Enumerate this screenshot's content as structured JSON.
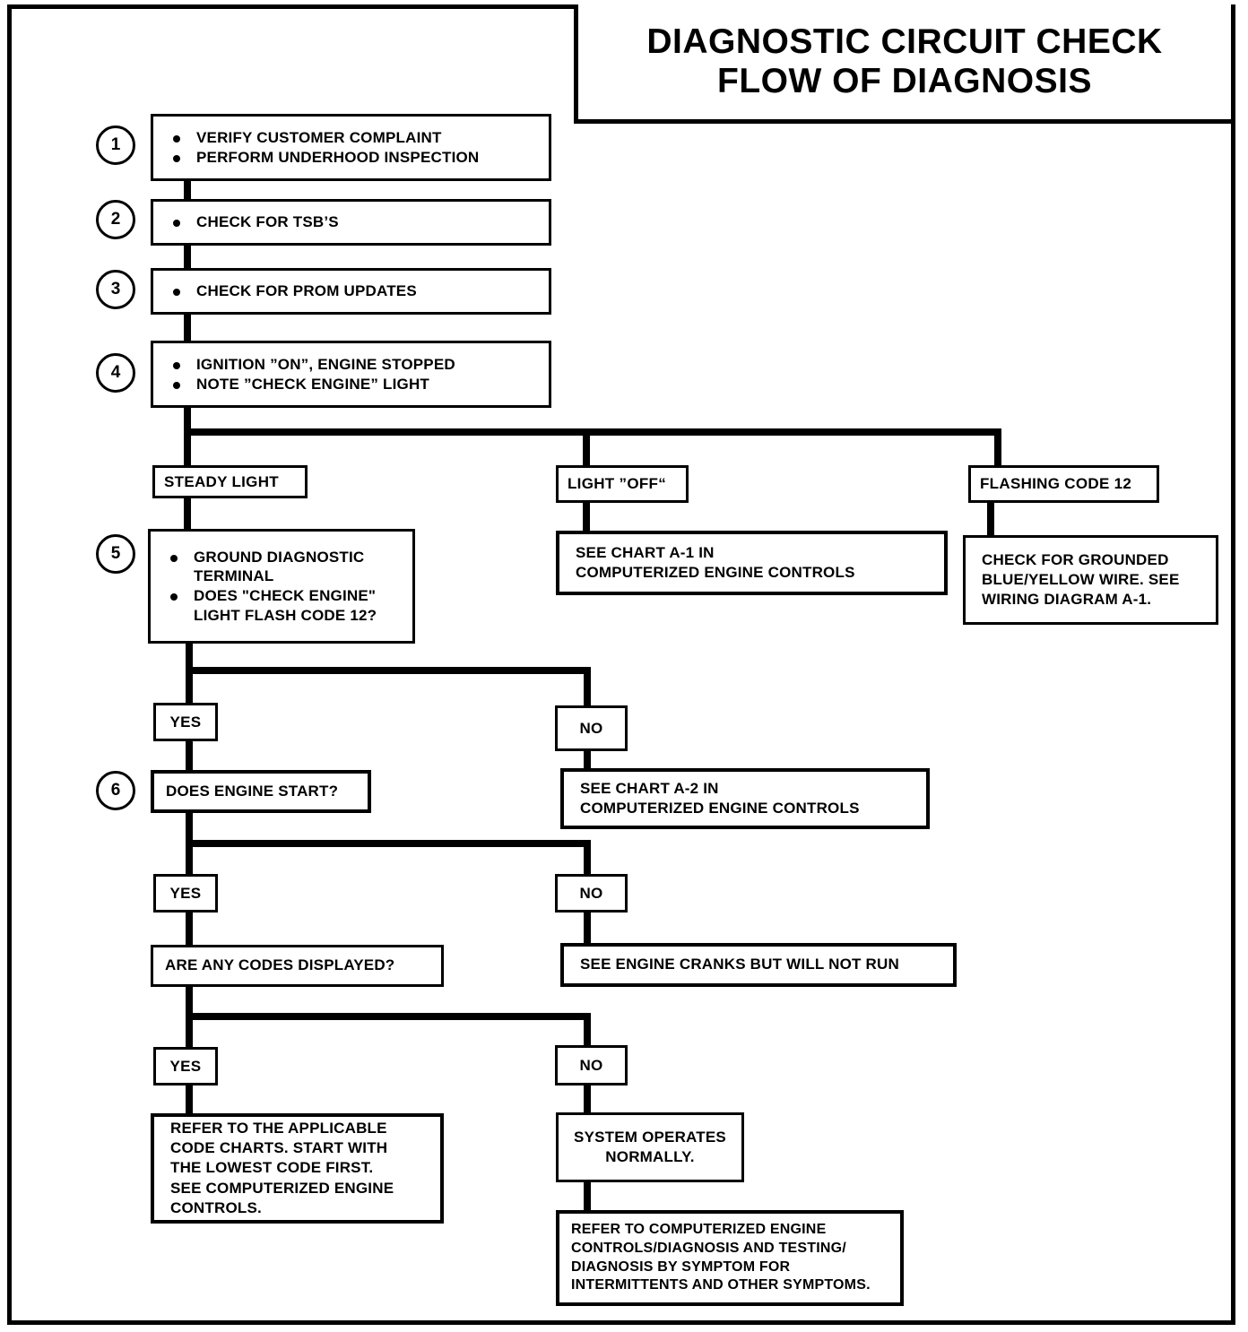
{
  "title": {
    "line1": "DIAGNOSTIC CIRCUIT CHECK",
    "line2": "FLOW OF DIAGNOSIS"
  },
  "steps": [
    {
      "number": "1",
      "bullets": [
        "VERIFY CUSTOMER COMPLAINT",
        "PERFORM UNDERHOOD INSPECTION"
      ]
    },
    {
      "number": "2",
      "bullets": [
        "CHECK FOR TSB’S"
      ]
    },
    {
      "number": "3",
      "bullets": [
        "CHECK FOR PROM UPDATES"
      ]
    },
    {
      "number": "4",
      "bullets": [
        "IGNITION ”ON”, ENGINE STOPPED",
        "NOTE ”CHECK ENGINE” LIGHT"
      ]
    },
    {
      "number": "5",
      "bullets": [
        "GROUND DIAGNOSTIC\nTERMINAL",
        "DOES \"CHECK ENGINE\"\nLIGHT FLASH CODE 12?"
      ]
    },
    {
      "number": "6",
      "bullets": [
        "DOES ENGINE START?"
      ]
    }
  ],
  "branches": {
    "steady_light": "STEADY LIGHT",
    "light_off": "LIGHT ”OFF“",
    "flashing_code_12": "FLASHING CODE 12"
  },
  "outcomes": {
    "chart_a1": "SEE CHART A-1 IN\nCOMPUTERIZED ENGINE CONTROLS",
    "grounded_wire": "CHECK FOR GROUNDED\nBLUE/YELLOW WIRE.  SEE\nWIRING DIAGRAM A-1.",
    "chart_a2": "SEE CHART A-2 IN\nCOMPUTERIZED ENGINE CONTROLS",
    "engine_cranks": "SEE ENGINE CRANKS BUT WILL NOT RUN",
    "code_charts": "REFER TO THE APPLICABLE\nCODE CHARTS. START WITH\nTHE LOWEST CODE FIRST.\nSEE COMPUTERIZED ENGINE\nCONTROLS.",
    "system_normal": "SYSTEM OPERATES\nNORMALLY.",
    "refer_cec": "REFER TO COMPUTERIZED ENGINE\nCONTROLS/DIAGNOSIS AND TESTING/\nDIAGNOSIS BY SYMPTOM FOR\nINTERMITTENTS AND OTHER SYMPTOMS."
  },
  "decisions": {
    "question_code12": "DOES ENGINE START?",
    "question_codes_displayed": "ARE ANY CODES DISPLAYED?",
    "yes": "YES",
    "no": "NO"
  },
  "colors": {
    "ink": "#000000",
    "paper": "#ffffff"
  }
}
